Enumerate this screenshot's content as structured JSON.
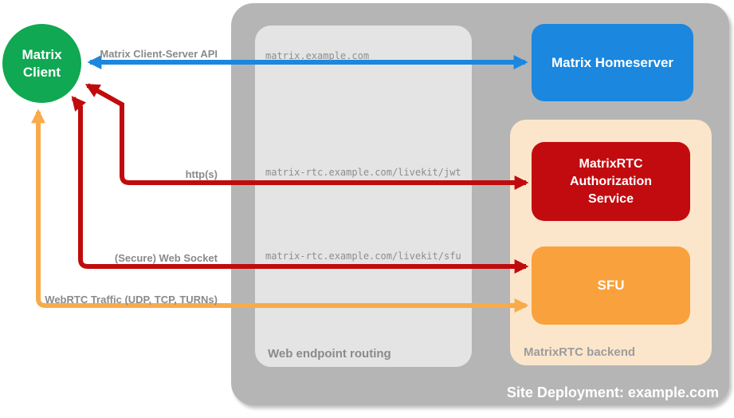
{
  "containers": {
    "deployment": {
      "label": "Site Deployment: example.com"
    },
    "routing": {
      "label": "Web endpoint routing"
    },
    "backend": {
      "label": "MatrixRTC backend"
    }
  },
  "nodes": {
    "client": {
      "label": "Matrix Client"
    },
    "homeserver": {
      "label": "Matrix Homeserver"
    },
    "auth": {
      "label": "MatrixRTC Authorization Service"
    },
    "sfu": {
      "label": "SFU"
    }
  },
  "connections": [
    {
      "name": "matrix-client-server-api",
      "label": "Matrix Client-Server API",
      "endpoint": "matrix.example.com",
      "color": "#1b87de",
      "bidirectional": true
    },
    {
      "name": "http",
      "label": "http(s)",
      "endpoint": "matrix-rtc.example.com/livekit/jwt",
      "color": "#c00b0d",
      "bidirectional": true
    },
    {
      "name": "secure-web-socket",
      "label": "(Secure) Web Socket",
      "endpoint": "matrix-rtc.example.com/livekit/sfu",
      "color": "#c00b0d",
      "bidirectional": true
    },
    {
      "name": "webrtc-traffic",
      "label": "WebRTC Traffic (UDP, TCP, TURNs)",
      "color": "#f9ab4b",
      "bidirectional": true
    }
  ],
  "colors": {
    "client_green": "#10a853",
    "homeserver_blue": "#1b87de",
    "auth_red": "#c20b0f",
    "sfu_orange": "#f9a13c",
    "backend_peach": "#fce6cb",
    "deployment_gray": "#b5b5b5",
    "routing_gray": "#e4e4e4",
    "label_gray": "#8a8a8a"
  }
}
